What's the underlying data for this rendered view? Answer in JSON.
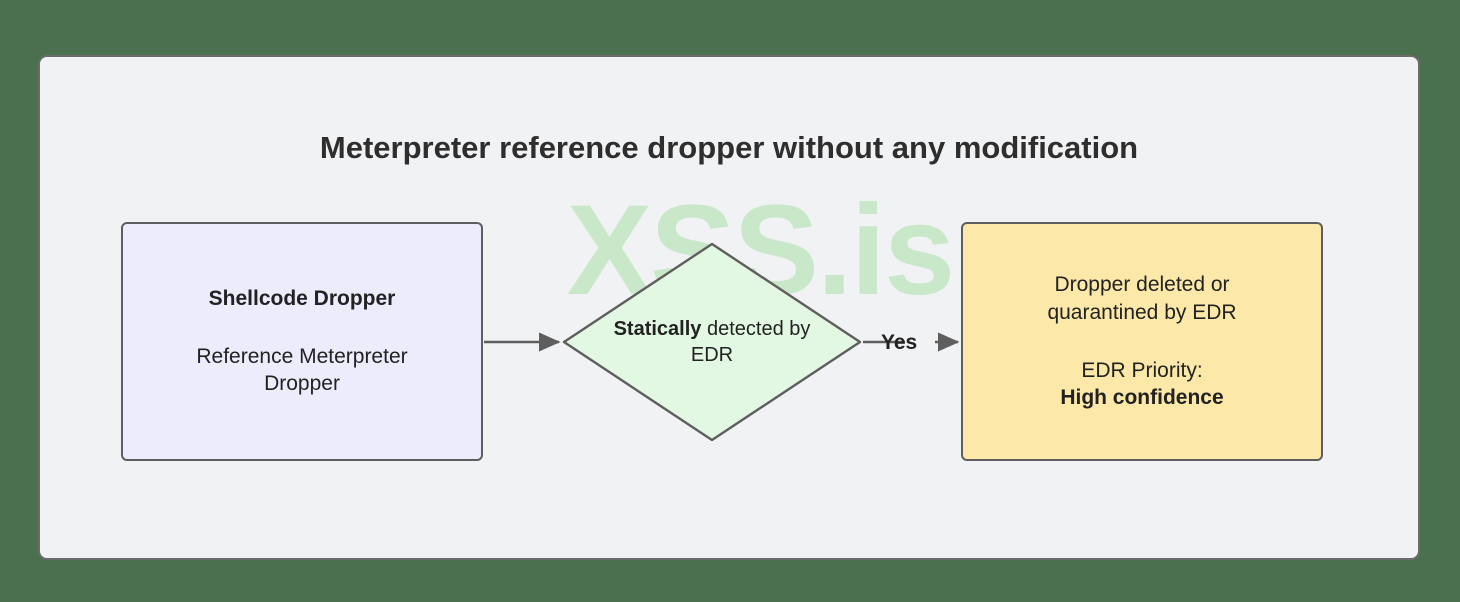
{
  "diagram": {
    "title": "Meterpreter reference dropper without any modification",
    "watermark": "XSS.is",
    "type": "flowchart",
    "colors": {
      "page_background": "#4a7050",
      "panel_background": "#f1f2f4",
      "panel_border": "#6b6b6b",
      "node_border": "#5e5e5e",
      "start_fill": "#ececfd",
      "decision_fill": "#e3f8e3",
      "end_fill": "#fce8a8",
      "text": "#222222",
      "title_text": "#2e2e2e",
      "watermark_text": "#c9e7c9",
      "edge_stroke": "#5e5e5e"
    },
    "nodes": [
      {
        "id": "shellcode-dropper",
        "shape": "rounded-rectangle",
        "heading": "Shellcode Dropper",
        "body": "Reference Meterpreter Dropper",
        "fill": "#ececfd"
      },
      {
        "id": "statically-detected",
        "shape": "diamond",
        "label_bold": "Statically",
        "label_rest": " detected by EDR",
        "fill": "#e3f8e3"
      },
      {
        "id": "dropper-deleted",
        "shape": "rounded-rectangle",
        "body": "Dropper deleted or quarantined by EDR",
        "priority_label": "EDR Priority:",
        "priority_value": "High confidence",
        "fill": "#fce8a8"
      }
    ],
    "edges": [
      {
        "id": "start-to-decision",
        "from": "shellcode-dropper",
        "to": "statically-detected",
        "label": ""
      },
      {
        "id": "decision-to-end",
        "from": "statically-detected",
        "to": "dropper-deleted",
        "label": "Yes"
      }
    ]
  }
}
